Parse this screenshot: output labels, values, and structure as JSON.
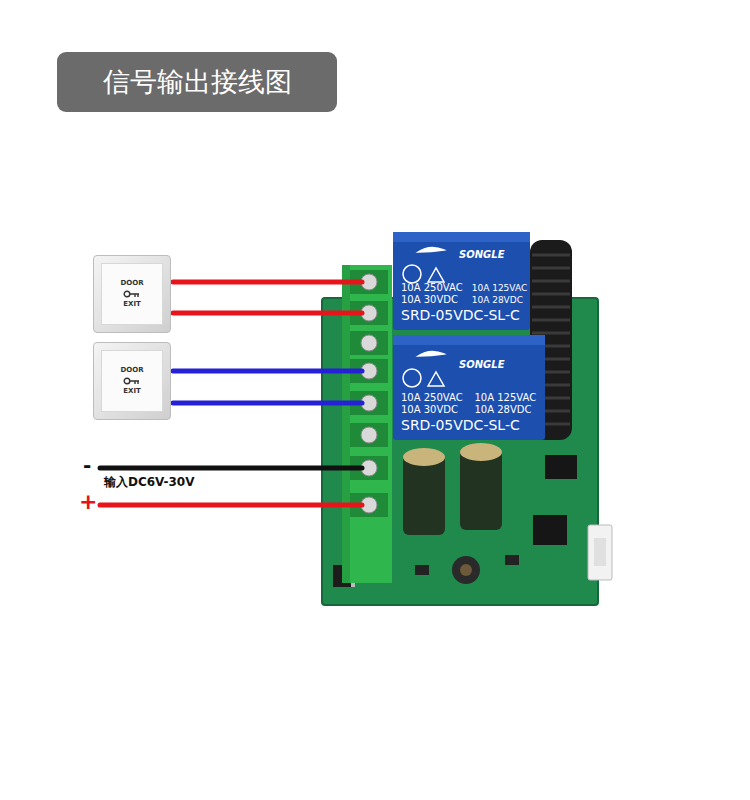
{
  "diagram": {
    "title": "信号输出接线图",
    "nodes": [
      {
        "text": [
          "DOOR",
          "EXIT"
        ]
      },
      {
        "text": [
          "DOOR",
          "EXIT"
        ]
      },
      {
        "text": [
          "SONGLE",
          "10A 250VAC",
          "10A 125VAC",
          "10A 30VDC",
          "10A 28VDC",
          "SRD-05VDC-SL-C"
        ]
      },
      {
        "text": [
          "SONGLE",
          "10A 250VAC",
          "10A 125VAC",
          "10A 30VDC",
          "10A 28VDC",
          "SRD-05VDC-SL-C"
        ]
      }
    ],
    "labels": [
      "-",
      "输入DC6V-30V",
      "+"
    ]
  }
}
